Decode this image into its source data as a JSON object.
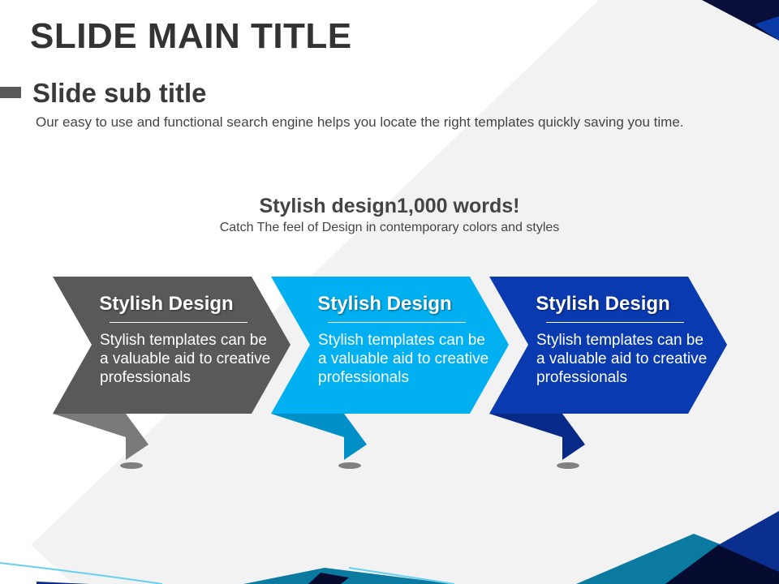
{
  "header": {
    "main_title": "SLIDE MAIN TITLE",
    "sub_title": "Slide sub title",
    "description": "Our easy to use and functional search engine helps you locate the right templates quickly  saving you time."
  },
  "center": {
    "title": "Stylish design1,000 words!",
    "subtitle": "Catch The feel of Design in contemporary colors and styles"
  },
  "cards": [
    {
      "title": "Stylish Design",
      "body": "Stylish templates can be a valuable aid to creative professionals",
      "color": "#595959",
      "tail": "#7a7a7a"
    },
    {
      "title": "Stylish Design",
      "body": "Stylish templates can be a valuable aid to creative professionals",
      "color": "#00b0f0",
      "tail": "#0090c8"
    },
    {
      "title": "Stylish Design",
      "body": "Stylish templates can be a valuable aid to creative professionals",
      "color": "#0a3ab0",
      "tail": "#072a88"
    }
  ]
}
